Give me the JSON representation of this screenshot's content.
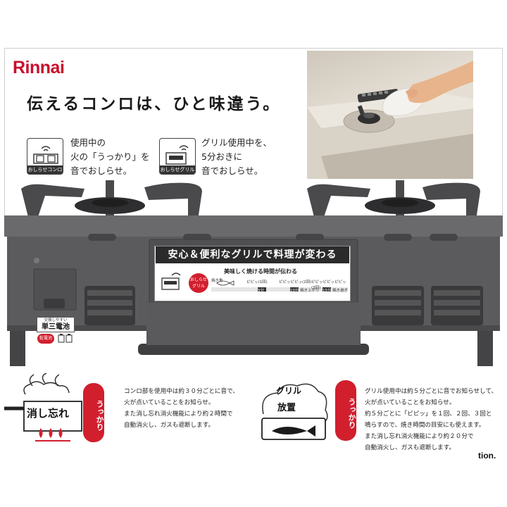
{
  "brand": {
    "logo": "Rinnai"
  },
  "headline": "伝えるコンロは、ひと味違う。",
  "features": [
    {
      "icon": "stove-bell-icon",
      "badge": "おしらせコンロ",
      "lines": [
        "使用中の",
        "火の「うっかり」を",
        "音でおしらせ。"
      ]
    },
    {
      "icon": "grill-bell-icon",
      "badge": "おしらせグリル",
      "lines": [
        "グリル使用中を、",
        "5分おきに",
        "音でおしらせ。"
      ]
    }
  ],
  "grill_panel": {
    "title": "安心＆便利なグリルで料理が変わる",
    "subtitle": "美味しく焼ける時間が伝わる",
    "badge": "おしらせグリル",
    "left_label": "焼き魚",
    "beeps": [
      "ピピッ(1回)",
      "ピピッピピッ(2回)",
      "ピピッピピッピピッ(3回)"
    ],
    "marks": [
      "5分",
      "10分",
      "15分"
    ],
    "states": [
      "焼き上がり",
      "焼き過ぎ"
    ]
  },
  "battery": {
    "caption": "交換しやすい",
    "label": "単三電池",
    "badge": "乾電池"
  },
  "bottom": {
    "left": {
      "label": "消し忘れ",
      "bubble": "うっかり",
      "lines": [
        "コンロ部を使用中は約３０分ごとに音で、",
        "火が点いていることをお知らせ。",
        "また消し忘れ消火機能により約２時間で",
        "自動消火し、ガスも遮断します。"
      ]
    },
    "right": {
      "label_top": "グリル",
      "label_bottom": "放置",
      "bubble": "うっかり",
      "lines": [
        "グリル使用中は約５分ごとに音でお知らせして、",
        "火が点いていることをお知らせ。",
        "約５分ごとに「ピピッ」を１回、２回、３回と",
        "鳴らすので、焼き時間の目安にも使えます。",
        "また消し忘れ消火機能により約２０分で",
        "自動消火し、ガスも遮断します。"
      ]
    },
    "cut_text": "tion."
  },
  "colors": {
    "brand_red": "#c8102e",
    "stove_body": "#5e5e60",
    "badge_red": "#d11f2e"
  }
}
